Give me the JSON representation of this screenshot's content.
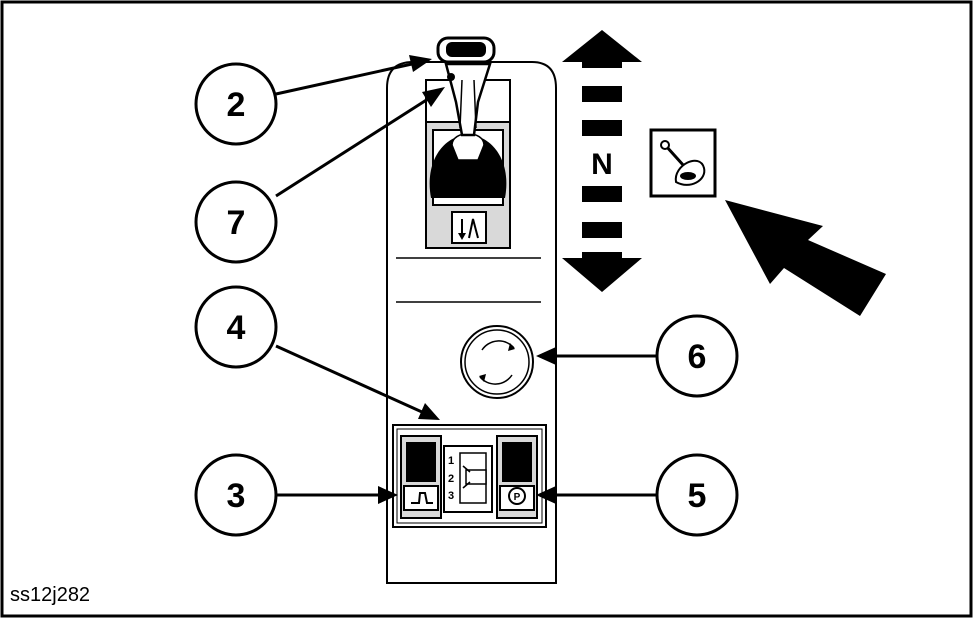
{
  "callouts": {
    "c2": "2",
    "c7": "7",
    "c4": "4",
    "c3": "3",
    "c6": "6",
    "c5": "5"
  },
  "neutral_label": "N",
  "gear_numbers": [
    "1",
    "2",
    "3"
  ],
  "park_symbol": "P",
  "figure_code": "ss12j282",
  "colors": {
    "ink": "#000000",
    "background": "#ffffff",
    "fill_gray": "#d9d9d9"
  }
}
